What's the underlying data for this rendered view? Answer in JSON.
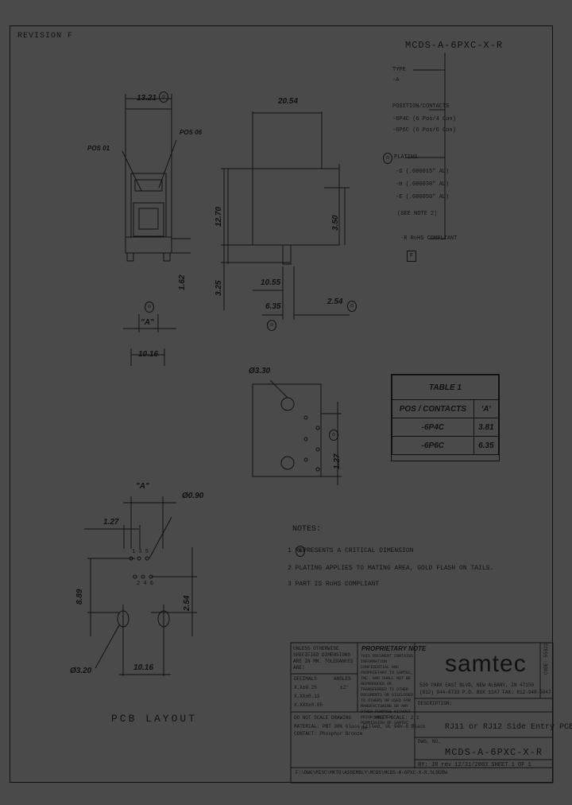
{
  "header": {
    "revision": "REVISION F",
    "part_number": "MCDS-A-6PXC-X-R"
  },
  "callouts": {
    "type_label": "TYPE",
    "type_value": "-A",
    "pos_label": "POSITION/CONTACTS",
    "pos_options": [
      "-6P4C  (6 Pos/4 Con)",
      "-6P6C  (6 Pos/6 Con)"
    ],
    "plating_label": "PLATING",
    "plating_options": [
      "-G (.000015\" AU)",
      "-H (.000030\" AU)",
      "-E (.000050\" AU)",
      "(SEE NOTE 2)"
    ],
    "rohs_label": "-R RoHS COMPLIANT",
    "rev_box": "F"
  },
  "dims": {
    "d1321": "13.21",
    "pos01": "POS 01",
    "pos06": "POS 06",
    "d2054": "20.54",
    "d1270": "12.70",
    "d350": "3.50",
    "d162": "1.62",
    "d325": "3.25",
    "d1055": "10.55",
    "d635": "6.35",
    "d254": "2.54",
    "A": "\"A\"",
    "d1016": "10.16",
    "d330": "Ø3.30",
    "d127": "1.27",
    "A2": "\"A\"",
    "d090": "Ø0.90",
    "d127b": "1.27",
    "d889": "8.89",
    "d254b": "2.54",
    "d320": "Ø3.20",
    "d1016b": "10.16",
    "hole_top": "1 3 5",
    "hole_bot": "2 4 6"
  },
  "table1": {
    "title": "TABLE 1",
    "headers": [
      "POS / CONTACTS",
      "'A'"
    ],
    "rows": [
      [
        "-6P4C",
        "3.81"
      ],
      [
        "-6P6C",
        "6.35"
      ]
    ]
  },
  "notes": {
    "title": "NOTES:",
    "items": [
      "1  REPRESENTS A CRITICAL DIMENSION",
      "2  PLATING APPLIES TO MATING AREA, GOLD FLASH ON TAILS.",
      "3  PART IS RoHS COMPLIANT"
    ]
  },
  "pcb_layout": "PCB LAYOUT",
  "title_block": {
    "tolerance_head": "UNLESS OTHERWISE SPECIFIED DIMENSIONS ARE IN MM. TOLERANCES ARE:",
    "decimals": "DECIMALS",
    "angles": "ANGLES",
    "tol1": "X.X±0.25",
    "tol2": "X.XX±0.13",
    "tol3": "X.XXX±0.05",
    "angle_tol": "±2°",
    "prop_head": "PROPRIETARY NOTE",
    "prop_text": "THIS DOCUMENT CONTAINS INFORMATION CONFIDENTIAL AND PROPRIETARY TO SAMTEC, INC. AND SHALL NOT BE REPRODUCED OR TRANSFERRED TO OTHER DOCUMENTS OR DISCLOSED TO OTHERS OR USED FOR MANUFACTURING OR ANY OTHER PURPOSE WITHOUT PRIOR WRITTEN PERMISSION OF SAMTEC INC.",
    "company": "samtec",
    "address": "520 PARK EAST BLVD, NEW ALBANY, IN 47150",
    "phone": "(812) 944-6733  P.O. BOX 1147  FAX: 812-948-5047",
    "code": "CODE: 55322",
    "no_scale": "DO NOT SCALE DRAWING",
    "sheet_scale": "SHEET SCALE: 2:1",
    "material": "MATERIAL: PBT 30% Glass Filled, UL 94V-0 Black",
    "contact": "CONTACT: Phosphor Bronze",
    "desc_label": "DESCRIPTION:",
    "desc": "RJ11 or RJ12 Side Entry PCB Jack",
    "dwg_label": "DWG. NO.",
    "dwg": "MCDS-A-6PXC-X-R",
    "footer": "BY: JR  rev 12/31/2003  SHEET 1 OF 1",
    "path": "F:\\DWG\\MISC\\MKTG\\ASSEMBLY\\MCDS\\MCDS-A-6PXC-X-R.SLDDRW"
  },
  "colors": {
    "background": "#4a4a4a",
    "ink": "#111111"
  }
}
